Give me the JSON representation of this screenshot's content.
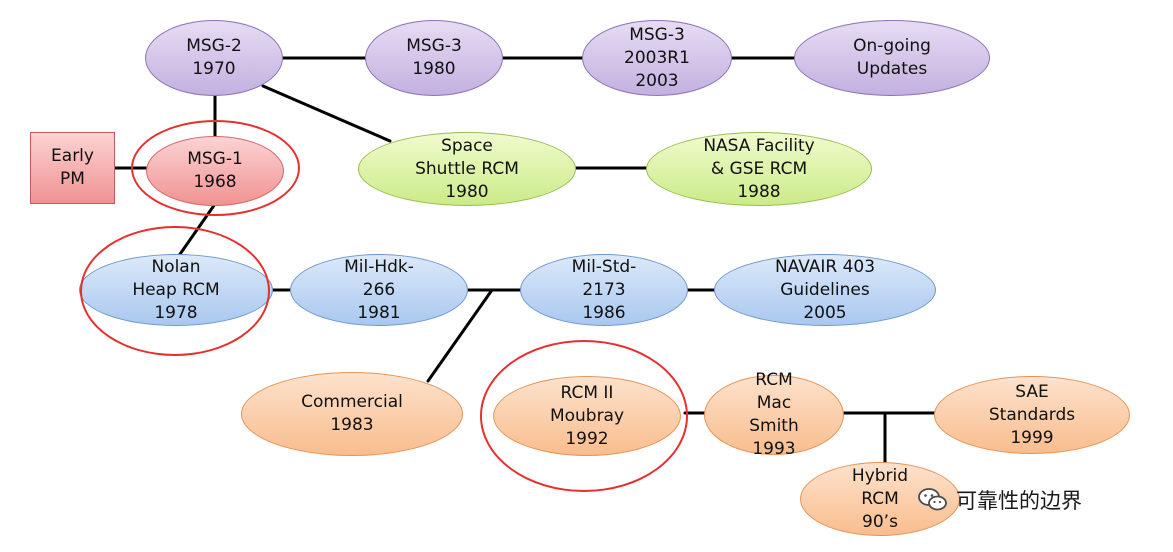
{
  "nodes": {
    "msg2": "MSG-2\n1970",
    "msg3_1980": "MSG-3\n1980",
    "msg3_2003": "MSG-3\n2003R1\n2003",
    "ongoing": "On-going\nUpdates",
    "early_pm": "Early\nPM",
    "msg1": "MSG-1\n1968",
    "space_shuttle": "Space\nShuttle RCM\n1980",
    "nasa": "NASA Facility\n& GSE RCM\n1988",
    "nolan_heap": "Nolan\nHeap RCM\n1978",
    "milhdk": "Mil-Hdk-\n266\n1981",
    "milstd": "Mil-Std-\n2173\n1986",
    "navair": "NAVAIR 403\nGuidelines\n2005",
    "commercial": "Commercial\n1983",
    "rcm2": "RCM II\nMoubray\n1992",
    "macsmith": "RCM\nMac\nSmith\n1993",
    "sae": "SAE\nStandards\n1999",
    "hybrid": "Hybrid\nRCM\n90’s"
  },
  "watermark": {
    "text": "可靠性的边界",
    "icon": "wechat-icon"
  },
  "colors": {
    "purple": "#c3b0e0",
    "green": "#cbeb88",
    "blue": "#a9c8ef",
    "orange": "#f9bd8e",
    "pink": "#f19292",
    "highlight_ring": "#e5302f",
    "connector": "#000000"
  }
}
